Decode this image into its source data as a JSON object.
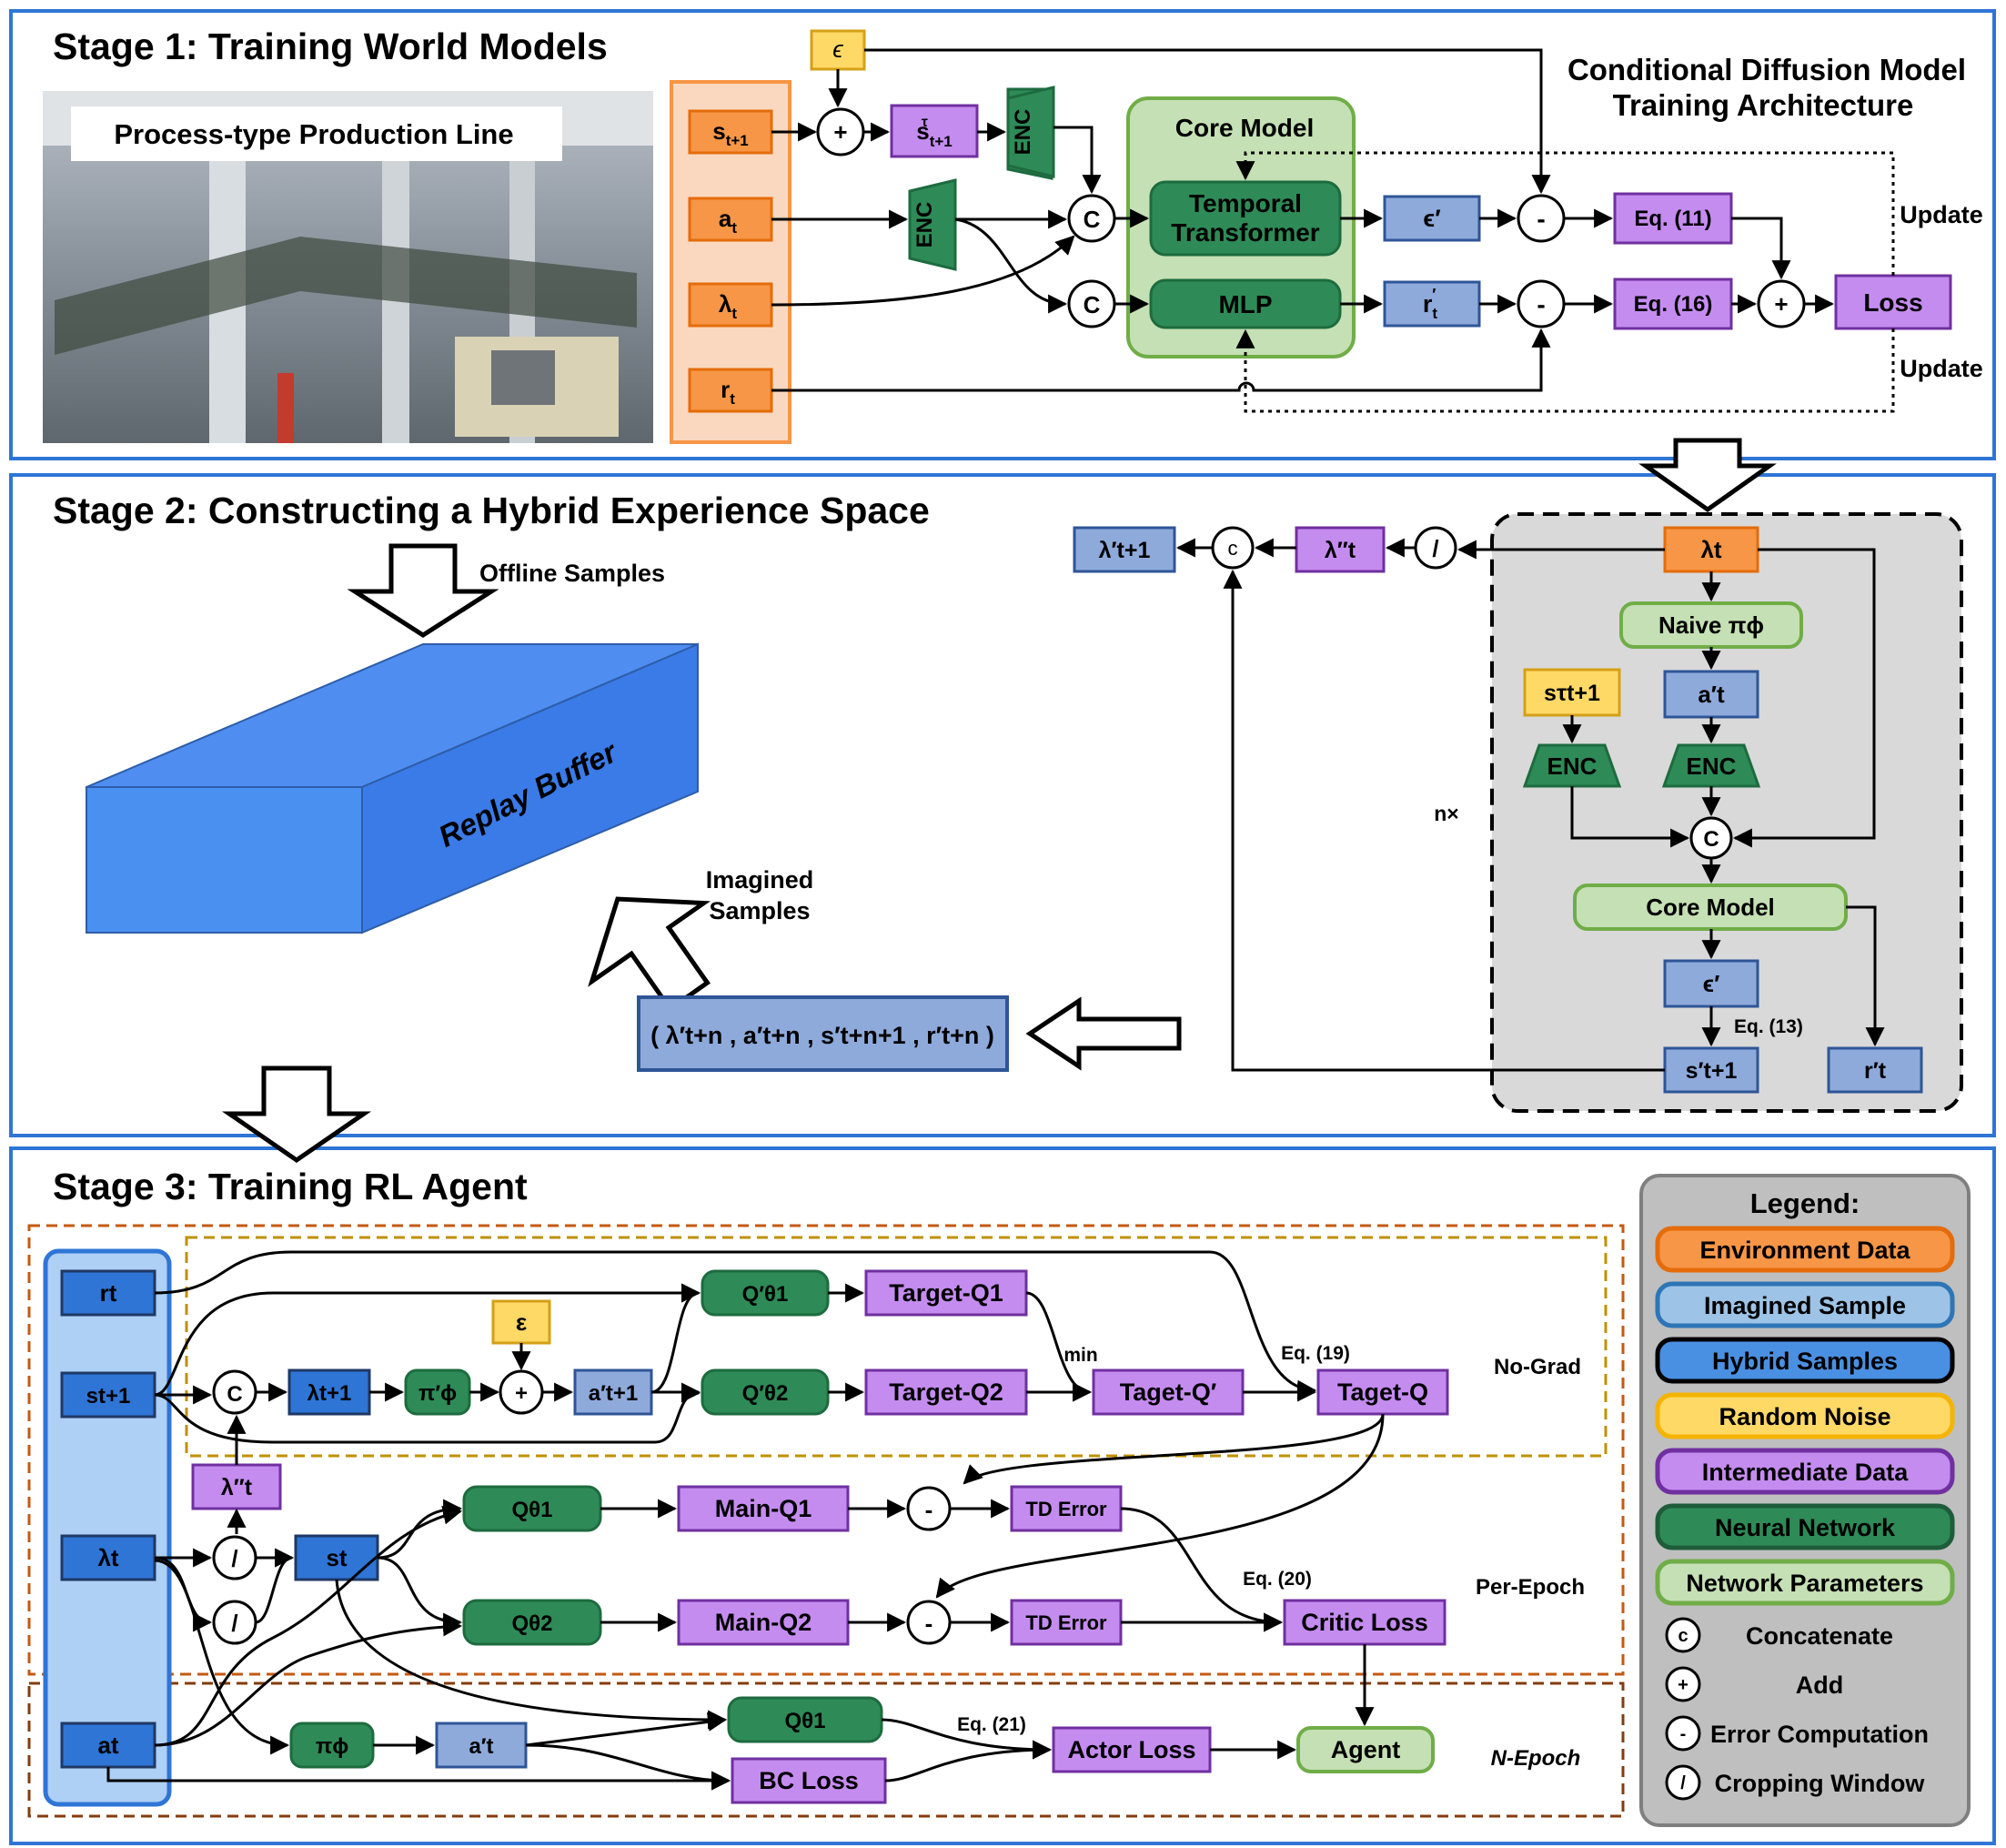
{
  "stage1": {
    "title": "Stage 1: Training World Models",
    "photo_label": "Process-type Production Line",
    "arch_title_line1": "Conditional Diffusion Model",
    "arch_title_line2": "Training Architecture",
    "core_model_label": "Core Model",
    "temporal_line1": "Temporal",
    "temporal_line2": "Transformer",
    "mlp": "MLP",
    "enc": "ENC",
    "eq11": "Eq. (11)",
    "eq16": "Eq. (16)",
    "loss": "Loss",
    "update1": "Update",
    "update2": "Update",
    "eps_main": "ϵ",
    "eps_sub": "",
    "s_main": "s",
    "s_sub": "t+1",
    "st_main": "s",
    "st_sub": "t+1",
    "st_sup": "τ",
    "a_main": "a",
    "a_sub": "t",
    "lam_main": "λ",
    "lam_sub": "t",
    "r_main": "r",
    "r_sub": "t",
    "eps_prime": "ϵ′",
    "r_prime_main": "r",
    "r_prime_sub": "t",
    "r_prime_sup": "′",
    "plus": "+",
    "minus": "-",
    "concat": "C"
  },
  "stage2": {
    "title": "Stage 2: Constructing a Hybrid Experience Space",
    "offline": "Offline Samples",
    "replay_buffer": "Replay Buffer",
    "imagined_line1": "Imagined",
    "imagined_line2": "Samples",
    "tuple": "( λ′t+n , a′t+n , s′t+n+1 , r′t+n )",
    "lam_out": "λ′t+1",
    "lam_dd": "λ″t",
    "lam_t": "λt",
    "naive": "Naive πϕ",
    "noise_s": "sτt+1",
    "a_prime": "a′t",
    "enc1": "ENC",
    "enc2": "ENC",
    "core_model": "Core Model",
    "eps_prime": "ϵ′",
    "eq13": "Eq. (13)",
    "s_prime": "s′t+1",
    "r_prime": "r′t",
    "n_times": "n×",
    "c": "c",
    "slash": "/",
    "concat": "C"
  },
  "stage3": {
    "title": "Stage 3: Training RL Agent",
    "r_t": "rt",
    "s_t1": "st+1",
    "lam_t": "λt",
    "a_t": "at",
    "lam_dd": "λ″t",
    "lam_t1": "λt+1",
    "pi_prime": "π′ϕ",
    "eps": "ε",
    "a_prime_t1": "a′t+1",
    "q1_prime": "Q′θ1",
    "q2_prime": "Q′θ2",
    "target_q1": "Target-Q1",
    "target_q2": "Target-Q2",
    "min": "min",
    "taget_q_prime": "Taget-Q′",
    "eq19": "Eq. (19)",
    "taget_q": "Taget-Q",
    "no_grad": "No-Grad",
    "s_t": "st",
    "q1": "Qθ1",
    "q2": "Qθ2",
    "main_q1": "Main-Q1",
    "main_q2": "Main-Q2",
    "td1": "TD Error",
    "td2": "TD Error",
    "eq20": "Eq. (20)",
    "critic_loss": "Critic Loss",
    "per_epoch": "Per-Epoch",
    "pi": "πϕ",
    "a_prime": "a′t",
    "q1_actor": "Qθ1",
    "bc_loss": "BC Loss",
    "eq21": "Eq. (21)",
    "actor_loss": "Actor Loss",
    "agent": "Agent",
    "n_epoch": "N-Epoch",
    "plus": "+",
    "minus": "-",
    "slash": "/",
    "concat": "C"
  },
  "legend": {
    "title": "Legend:",
    "items": [
      {
        "label": "Environment Data",
        "fill": "#f79646",
        "stroke": "#e46c0a"
      },
      {
        "label": "Imagined Sample",
        "fill": "#9dc3e6",
        "stroke": "#2e75b6"
      },
      {
        "label": "Hybrid Samples",
        "fill": "#4a90e2",
        "stroke": "#000000"
      },
      {
        "label": "Random Noise",
        "fill": "#ffd966",
        "stroke": "#f4b400"
      },
      {
        "label": "Intermediate Data",
        "fill": "#c58cf0",
        "stroke": "#7030a0"
      },
      {
        "label": "Neural Network",
        "fill": "#2e8b57",
        "stroke": "#1e5c3a"
      },
      {
        "label": "Network Parameters",
        "fill": "#c5e0b4",
        "stroke": "#70ad47"
      }
    ],
    "symbols": [
      {
        "sym": "c",
        "label": "Concatenate"
      },
      {
        "sym": "+",
        "label": "Add"
      },
      {
        "sym": "-",
        "label": "Error Computation"
      },
      {
        "sym": "/",
        "label": "Cropping Window"
      }
    ]
  },
  "colors": {
    "env_fill": "#f79646",
    "env_stroke": "#e46c0a",
    "img_fill": "#8eaadb",
    "img_stroke": "#2f5597",
    "hyb_fill": "#2e75d6",
    "hyb_stroke": "#1f3864",
    "noise_fill": "#ffd966",
    "noise_stroke": "#d4a017",
    "inter_fill": "#c58cf0",
    "inter_stroke": "#7030a0",
    "nn_fill": "#2e8b57",
    "nn_stroke": "#1d6b3f",
    "param_fill": "#c5e0b4",
    "param_stroke": "#70ad47",
    "frame": "#2e75d6"
  }
}
